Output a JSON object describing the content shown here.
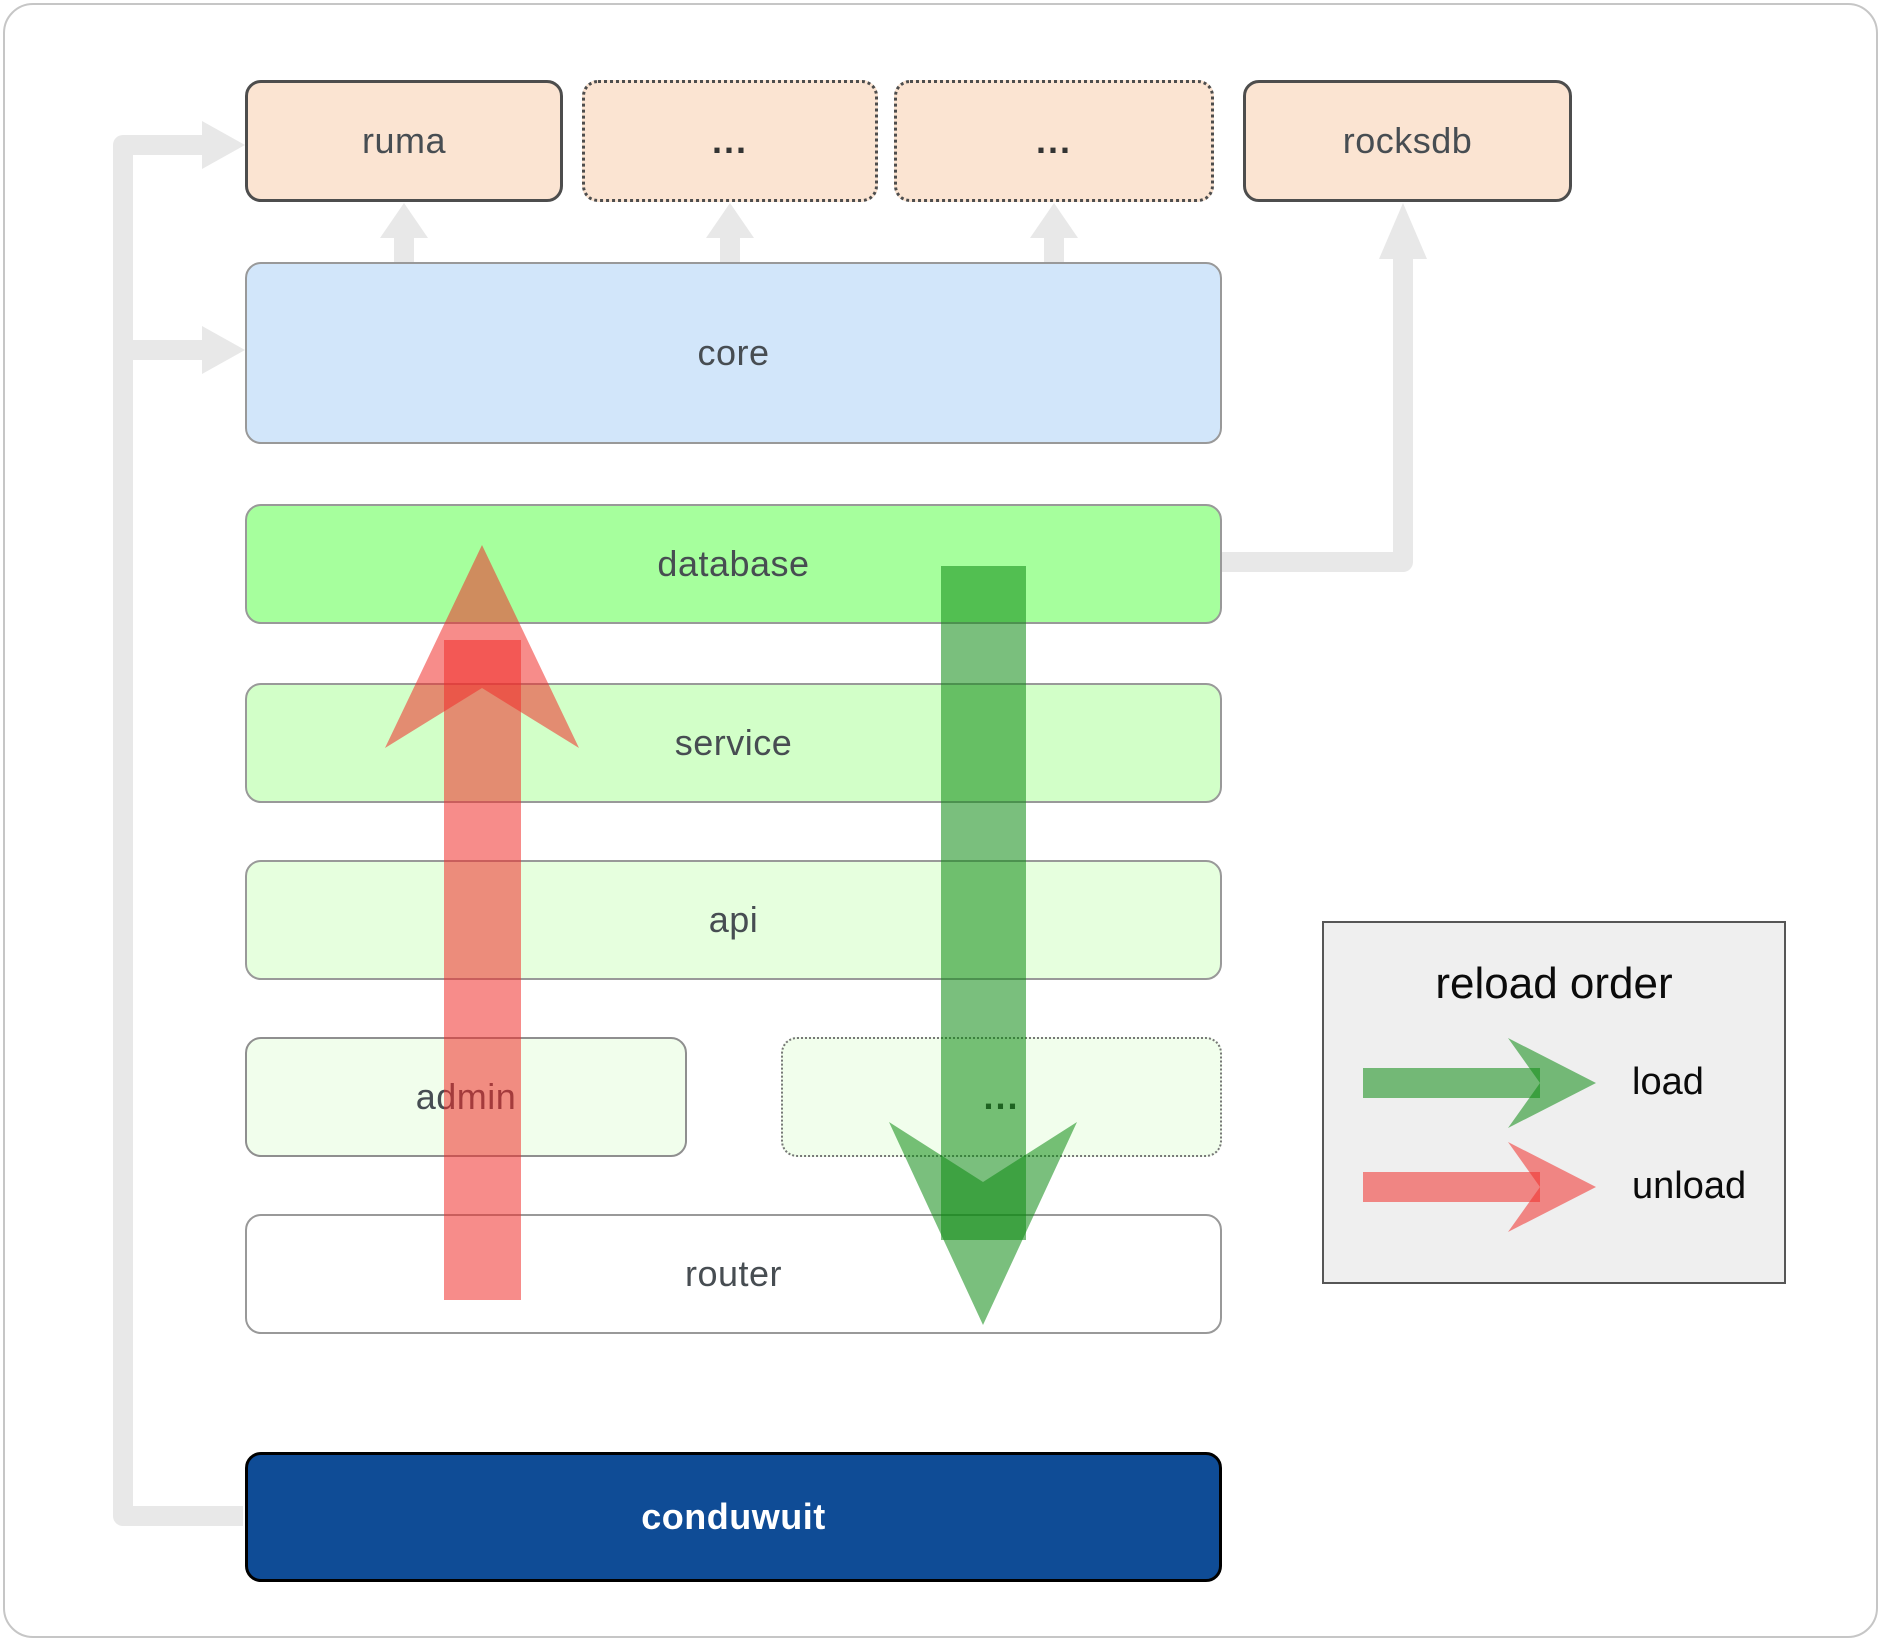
{
  "diagram": {
    "top_row": {
      "ruma": "ruma",
      "dots1": "...",
      "dots2": "...",
      "rocksdb": "rocksdb"
    },
    "layers": {
      "core": "core",
      "database": "database",
      "service": "service",
      "api": "api",
      "admin": "admin",
      "admin_dots": "...",
      "router": "router",
      "conduwuit": "conduwuit"
    }
  },
  "legend": {
    "title": "reload order",
    "load_label": "load",
    "unload_label": "unload"
  },
  "colors": {
    "peach_fill": "#FBE4D2",
    "box_border_dark": "#4D4D4D",
    "box_border_gray": "#999999",
    "core_fill": "#D2E6FA",
    "database_fill": "#A6FF9D",
    "service_fill": "#D2FFC8",
    "api_fill": "#E6FFDE",
    "admin_fill": "#F1FEEC",
    "router_fill": "#FFFFFF",
    "conduwuit_fill": "#0F4C96",
    "conduwuit_text": "#FFFFFF",
    "connector_gray": "#E8E8E8",
    "load_green": "#0D8A12",
    "unload_red": "#F02E2A",
    "legend_bg": "#EFEFEF",
    "label_text": "#474D52"
  }
}
